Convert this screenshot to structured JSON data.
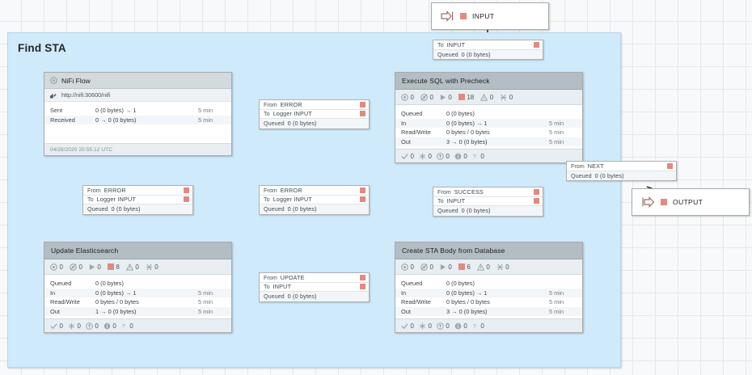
{
  "canvas": {
    "grid_size": 28,
    "bg": "#f7f9fa",
    "grid_color": "#e3e9ed"
  },
  "process_group": {
    "title": "Find STA",
    "fill": "#cfeafb",
    "border": "#b9d6e6"
  },
  "colors": {
    "stopped": "#e08a82",
    "header": "#b2bec4",
    "status_bar": "#e8eef1"
  },
  "ports": [
    {
      "name": "input-port",
      "label": "INPUT",
      "icon": "input-port-icon"
    },
    {
      "name": "output-port",
      "label": "OUTPUT",
      "icon": "output-port-icon"
    }
  ],
  "processors": [
    {
      "id": "execute-sql-with-precheck",
      "title": "Execute SQL with Precheck",
      "status": {
        "transmitting": "0",
        "not_transmitting": "0",
        "running": "0",
        "stopped": "18",
        "invalid": "0",
        "disabled": "0"
      },
      "stats": [
        {
          "label": "Queued",
          "value": "0 (0 bytes)",
          "time": ""
        },
        {
          "label": "In",
          "value": "0 (0 bytes) → 1",
          "time": "5 min"
        },
        {
          "label": "Read/Write",
          "value": "0 bytes / 0 bytes",
          "time": "5 min"
        },
        {
          "label": "Out",
          "value": "3 → 0 (0 bytes)",
          "time": "5 min"
        }
      ],
      "bulletins": {
        "success": "0",
        "snowflake": "0",
        "up": "0",
        "info": "0",
        "question": "0"
      }
    },
    {
      "id": "update-elasticsearch",
      "title": "Update Elasticsearch",
      "status": {
        "transmitting": "0",
        "not_transmitting": "0",
        "running": "0",
        "stopped": "8",
        "invalid": "0",
        "disabled": "0"
      },
      "stats": [
        {
          "label": "Queued",
          "value": "0 (0 bytes)",
          "time": ""
        },
        {
          "label": "In",
          "value": "0 (0 bytes) → 1",
          "time": "5 min"
        },
        {
          "label": "Read/Write",
          "value": "0 bytes / 0 bytes",
          "time": "5 min"
        },
        {
          "label": "Out",
          "value": "1 → 0 (0 bytes)",
          "time": "5 min"
        }
      ],
      "bulletins": {
        "success": "0",
        "snowflake": "0",
        "up": "0",
        "info": "0",
        "question": "0"
      }
    },
    {
      "id": "create-sta-body-from-database",
      "title": "Create STA Body from Database",
      "status": {
        "transmitting": "0",
        "not_transmitting": "0",
        "running": "0",
        "stopped": "6",
        "invalid": "0",
        "disabled": "0"
      },
      "stats": [
        {
          "label": "Queued",
          "value": "0 (0 bytes)",
          "time": ""
        },
        {
          "label": "In",
          "value": "0 (0 bytes) → 1",
          "time": "5 min"
        },
        {
          "label": "Read/Write",
          "value": "0 bytes / 0 bytes",
          "time": "5 min"
        },
        {
          "label": "Out",
          "value": "3 → 0 (0 bytes)",
          "time": "5 min"
        }
      ],
      "bulletins": {
        "success": "0",
        "snowflake": "0",
        "up": "0",
        "info": "0",
        "question": "0"
      }
    }
  ],
  "remote_process_group": {
    "title": "NiFi Flow",
    "uri": "http://nifi:30600/nifi",
    "stats": [
      {
        "label": "Sent",
        "value": "0 (0 bytes) → 1",
        "time": "5 min"
      },
      {
        "label": "Received",
        "value": "0 → 0 (0 bytes)",
        "time": "5 min"
      }
    ],
    "timestamp": "04/28/2020 20:55:12 UTC"
  },
  "connections": [
    {
      "id": "conn-to-input-top",
      "from": "",
      "to": "INPUT",
      "queued": "0 (0 bytes)",
      "to_prefix": "To"
    },
    {
      "id": "conn-error-logger-mid",
      "from": "ERROR",
      "to": "Logger INPUT",
      "queued": "0 (0 bytes)",
      "to_prefix": "To"
    },
    {
      "id": "conn-error-logger-left",
      "from": "ERROR",
      "to": "Logger INPUT",
      "queued": "0 (0 bytes)",
      "to_prefix": "To"
    },
    {
      "id": "conn-error-logger-center",
      "from": "ERROR",
      "to": "Logger INPUT",
      "queued": "0 (0 bytes)",
      "to_prefix": "To"
    },
    {
      "id": "conn-success-input",
      "from": "SUCCESS",
      "to": "INPUT",
      "queued": "0 (0 bytes)",
      "to_prefix": "To"
    },
    {
      "id": "conn-update-input",
      "from": "UPDATE",
      "to": "INPUT",
      "queued": "0 (0 bytes)",
      "to_prefix": "To"
    },
    {
      "id": "conn-next",
      "from": "NEXT",
      "to": "",
      "queued": "0 (0 bytes)",
      "to_prefix": ""
    }
  ],
  "labels": {
    "from": "From",
    "to": "To",
    "queued": "Queued"
  }
}
